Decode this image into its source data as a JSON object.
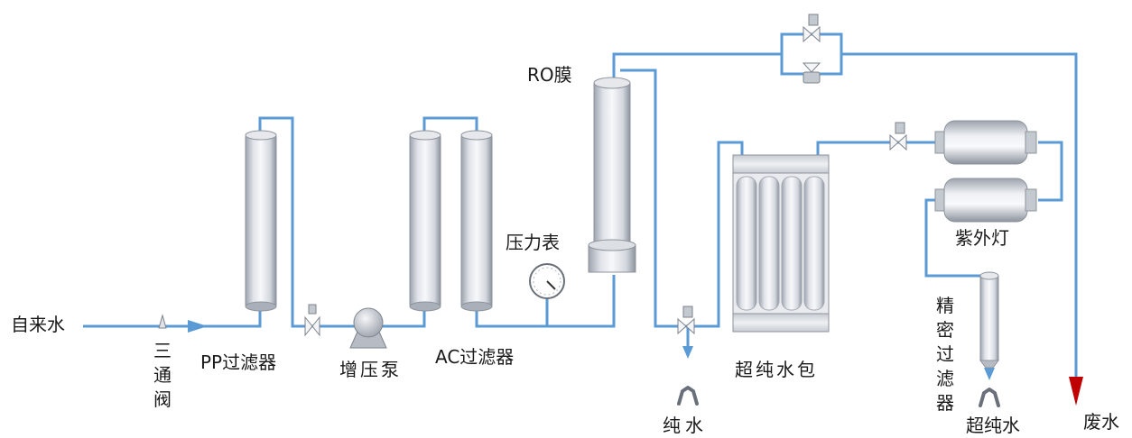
{
  "labels": {
    "tap_water": "自来水",
    "three_way_valve": "三通阀",
    "pp_filter": "PP过滤器",
    "booster_pump": "增压泵",
    "ac_filter": "AC过滤器",
    "pressure_gauge": "压力表",
    "ro_membrane": "RO膜",
    "pure_water": "纯水",
    "ultra_pure_tank": "超纯水包",
    "uv_lamp": "紫外灯",
    "precision_filter": "精密过滤器",
    "ultra_pure_water": "超纯水",
    "waste_water": "废水"
  },
  "colors": {
    "pipe": "#5b9bd5",
    "waste_arrow": "#c00000",
    "vessel_light": "#eef0f4",
    "vessel_dark": "#9aa0ab"
  }
}
